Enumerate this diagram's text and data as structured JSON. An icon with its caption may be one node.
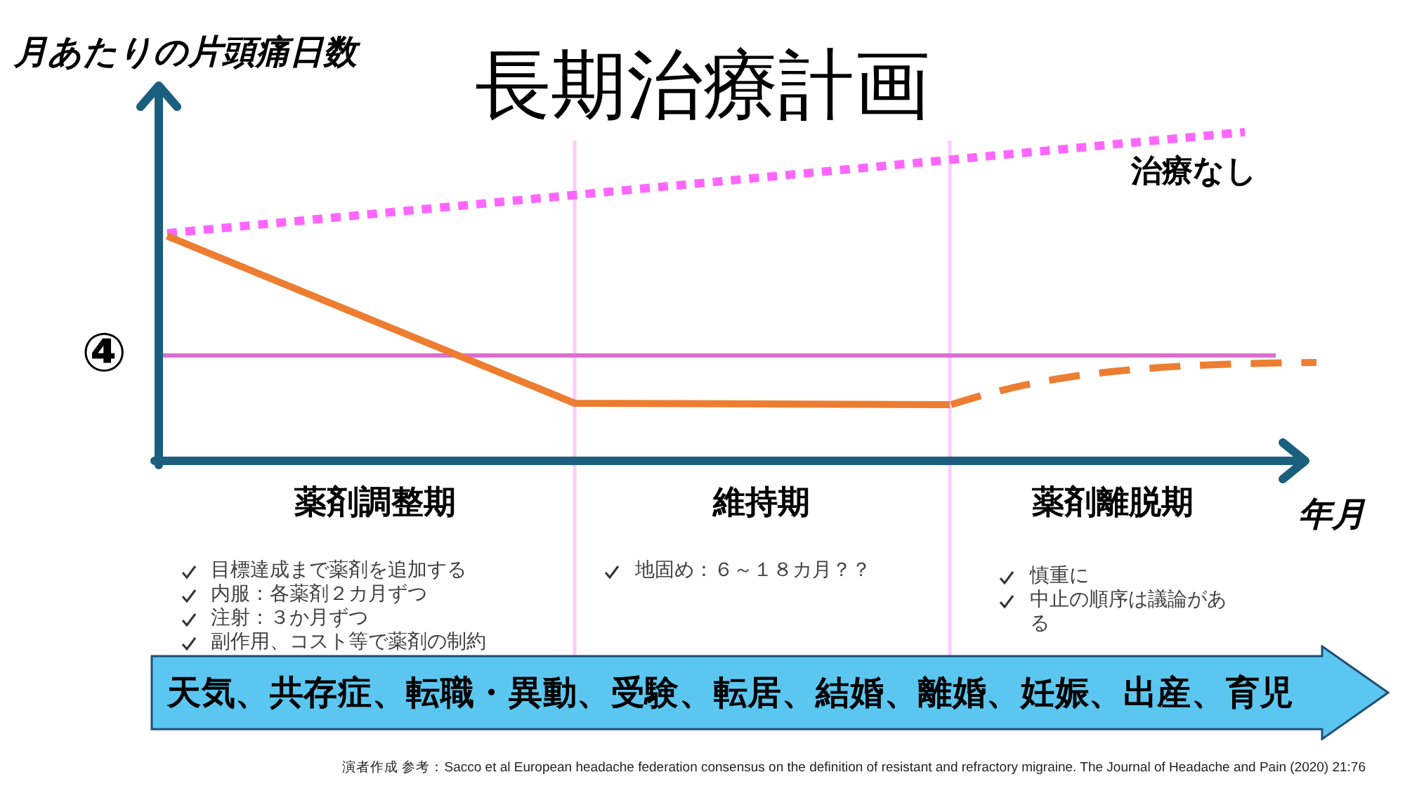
{
  "diagram": {
    "title": "長期治療計画",
    "nodes": [
      {
        "text": [
          "天気、共存症、転職・異動、受験、転居、結婚、離婚、妊娠、出産、育児"
        ]
      }
    ],
    "labels": [
      "月あたりの片頭痛日数",
      "治療なし",
      "④",
      "薬剤調整期",
      "維持期",
      "薬剤離脱期",
      "年月",
      "目標達成まで薬剤を追加する",
      "内服：各薬剤２カ月ずつ",
      "注射：３か月ずつ",
      "副作用、コスト等で薬剤の制約",
      "地固め：６～１８カ月？？",
      "慎重に",
      "中止の順序は議論がある"
    ],
    "caption": "演者作成 参考：Sacco et al European headache federation consensus on the definition of resistant and refractory migraine. The Journal of Headache and Pain (2020) 21:76"
  }
}
